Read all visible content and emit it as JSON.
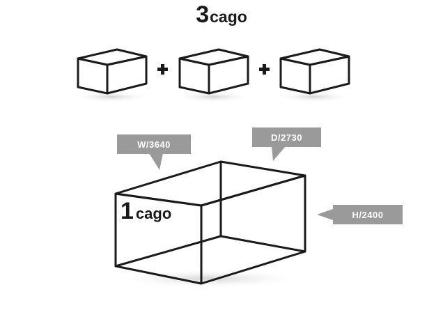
{
  "title": {
    "count": "3",
    "unit": "cago"
  },
  "operators": [
    "+",
    "+"
  ],
  "large_box": {
    "count": "1",
    "unit": "cago"
  },
  "dimensions": {
    "width": "W/3640",
    "depth": "D/2730",
    "height": "H/2400"
  },
  "colors": {
    "stroke": "#1a1a1a",
    "tag_background": "#9a9a9a",
    "tag_text": "#ffffff",
    "shadow": "#d9d9d9"
  }
}
